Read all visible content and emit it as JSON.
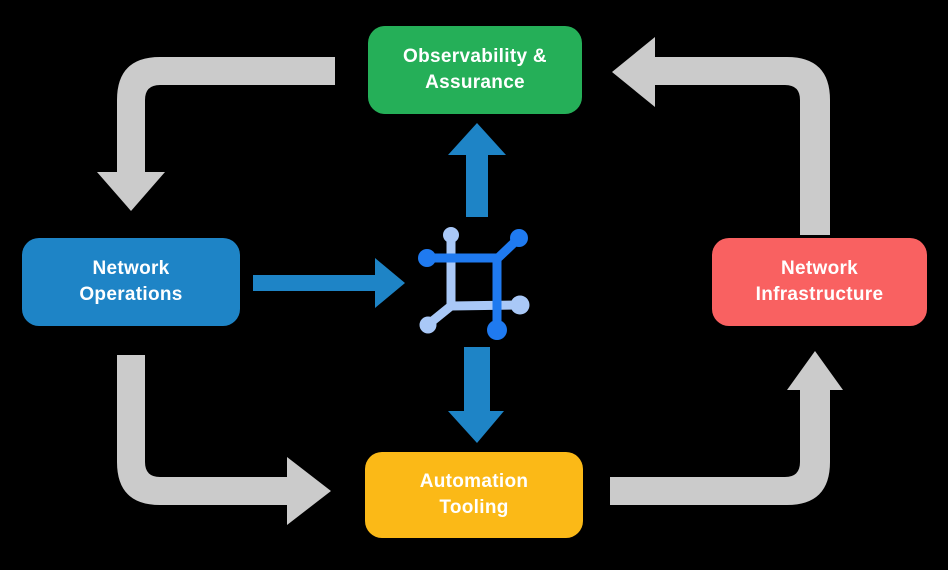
{
  "canvas": {
    "background": "#000000"
  },
  "colors": {
    "arrow_gray": "#CBCBCB",
    "arrow_blue": "#1E84C6",
    "icon_dark_blue": "#1F7AF0",
    "icon_light_blue": "#A9C8F7",
    "box_text": "#FFFFFF"
  },
  "nodes": {
    "observability": {
      "line1": "Observability &",
      "line2": "Assurance",
      "color": "#25AF58"
    },
    "operations": {
      "line1": "Network",
      "line2": "Operations",
      "color": "#1E84C6"
    },
    "infrastructure": {
      "line1": "Network",
      "line2": "Infrastructure",
      "color": "#F96161"
    },
    "automation": {
      "line1": "Automation",
      "line2": "Tooling",
      "color": "#FBB917"
    }
  },
  "center_icon": {
    "name": "network-mesh-icon"
  },
  "flows": [
    {
      "from": "Observability & Assurance",
      "to": "Network Operations",
      "style": "gray-elbow-arrow"
    },
    {
      "from": "Network Operations",
      "to": "Automation Tooling",
      "style": "gray-elbow-arrow"
    },
    {
      "from": "Automation Tooling",
      "to": "Network Infrastructure",
      "style": "gray-elbow-arrow"
    },
    {
      "from": "Network Infrastructure",
      "to": "Observability & Assurance",
      "style": "gray-elbow-arrow"
    },
    {
      "from": "Network Operations",
      "to": "network-mesh-icon",
      "style": "blue-arrow"
    },
    {
      "from": "network-mesh-icon",
      "to": "Observability & Assurance",
      "style": "blue-arrow"
    },
    {
      "from": "network-mesh-icon",
      "to": "Automation Tooling",
      "style": "blue-arrow"
    }
  ]
}
